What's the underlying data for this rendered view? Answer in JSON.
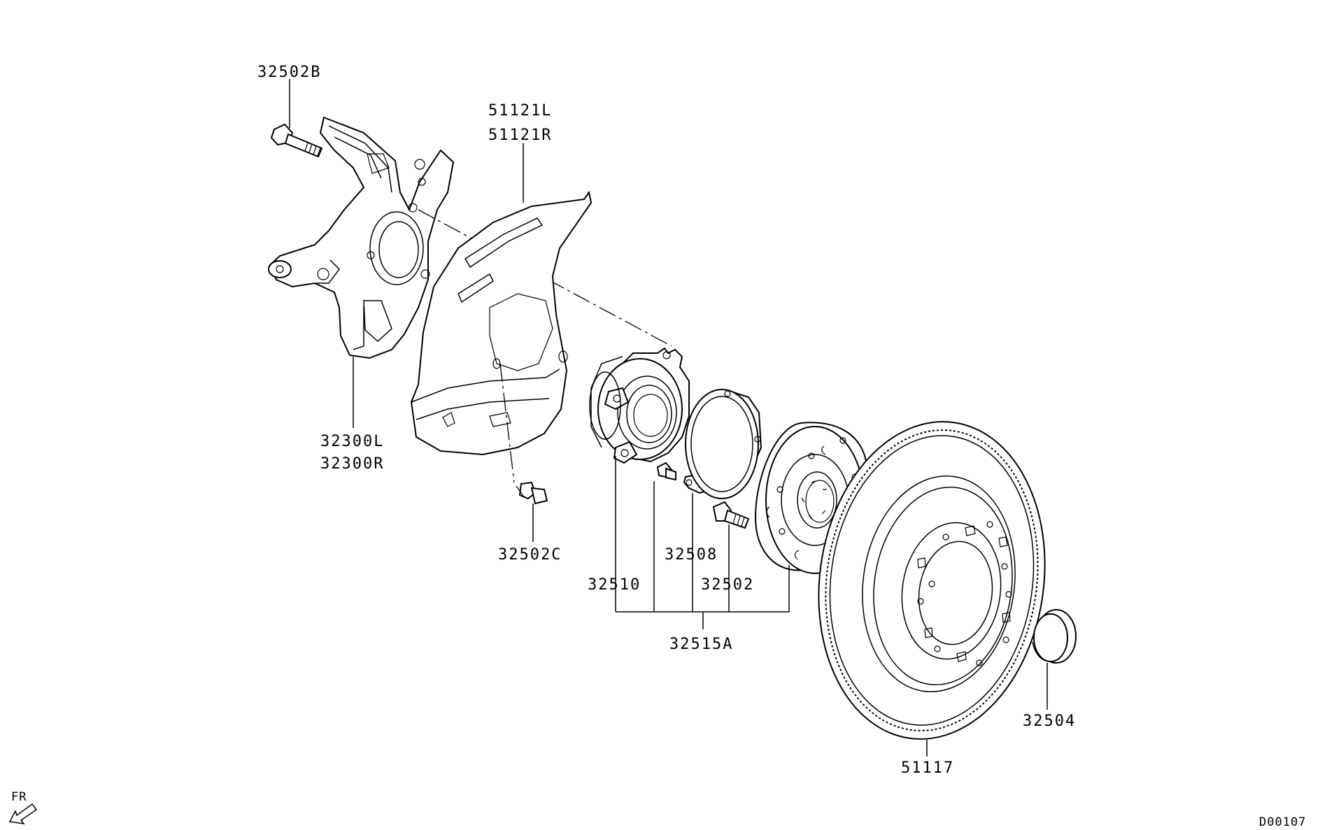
{
  "parts": {
    "bolt_upper": "32502B",
    "shield_left": "51121L",
    "shield_right": "51121R",
    "knuckle_left": "32300L",
    "knuckle_right": "32300R",
    "shield_bolt": "32502C",
    "bearing": "32510",
    "seal": "32508",
    "hub_bolt": "32502",
    "hub_assembly": "32515A",
    "disc": "51117",
    "cap": "32504"
  },
  "orientation": {
    "label": "FR"
  },
  "diagram_code": "D00107"
}
